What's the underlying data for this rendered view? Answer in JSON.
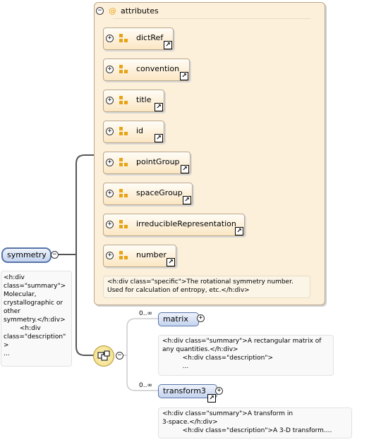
{
  "attributes_group": {
    "label": "attributes",
    "at_symbol": "@",
    "items": [
      {
        "name": "dictRef"
      },
      {
        "name": "convention"
      },
      {
        "name": "title"
      },
      {
        "name": "id"
      },
      {
        "name": "pointGroup"
      },
      {
        "name": "spaceGroup"
      },
      {
        "name": "irreducibleRepresentation"
      },
      {
        "name": "number"
      }
    ],
    "number_note": "<h:div class=\"specific\">The rotational symmetry number.\nUsed for calculation of entropy, etc.</h:div>"
  },
  "root": {
    "name": "symmetry",
    "note": "<h:div\nclass=\"summary\">\nMolecular,\ncrystallographic or\nother\nsymmetry.</h:div>\n        <h:div\nclass=\"description\"\n>\n..."
  },
  "children": [
    {
      "name": "matrix",
      "cardinality": "0..∞",
      "note": "<h:div class=\"summary\">A rectangular matrix of\nany quantities.</h:div>\n          <h:div class=\"description\">\n          ..."
    },
    {
      "name": "transform3",
      "cardinality": "0..∞",
      "note": "<h:div class=\"summary\">A transform in\n3-space.</h:div>\n          <h:div class=\"description\">A 3-D transform...."
    }
  ],
  "symbols": {
    "minus": "−",
    "plus": "+",
    "link": "↗"
  },
  "colors": {
    "attr_fill": "#fbe6c2",
    "attr_border": "#b9a78a",
    "elem_fill": "#c4d3ef",
    "elem_border": "#5774a8",
    "accent": "#e8a417"
  }
}
